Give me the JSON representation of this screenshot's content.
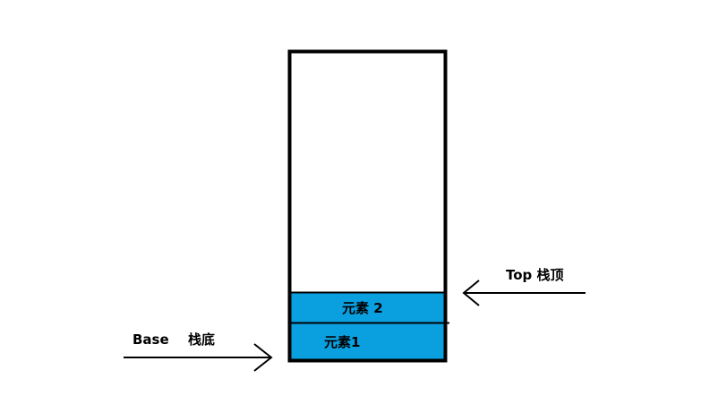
{
  "diagram": {
    "base_label": "Base",
    "base_cn_label": "栈底",
    "top_label": "Top 栈顶",
    "element_2_label": "元素 2",
    "element_1_label": "元素1"
  },
  "colors": {
    "outline": "#000000",
    "element_fill": "#0aa0e0",
    "background": "#ffffff"
  }
}
